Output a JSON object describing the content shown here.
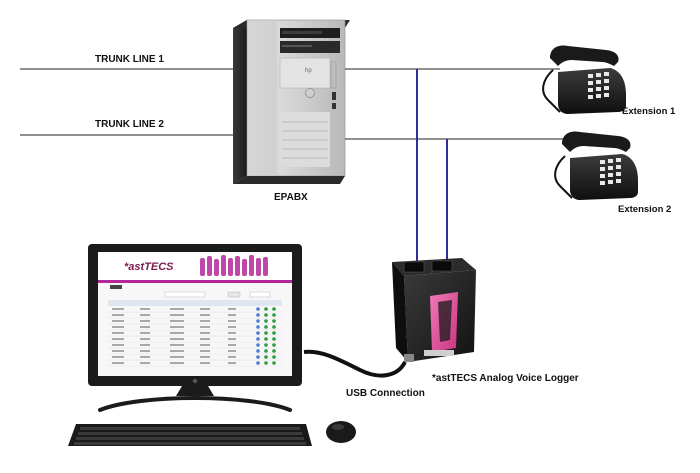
{
  "labels": {
    "trunk1": "TRUNK LINE 1",
    "trunk2": "TRUNK LINE 2",
    "epabx": "EPABX",
    "extension1": "Extension 1",
    "extension2": "Extension 2",
    "usb": "USB Connection",
    "logger": "*astTECS Analog Voice Logger"
  },
  "monitor_app": {
    "logo": "*astTECS"
  },
  "colors": {
    "line": "#222222",
    "extension_wire": "#2f2f9a",
    "device_body": "#1a1a1a",
    "sticker": "#e0519a"
  }
}
